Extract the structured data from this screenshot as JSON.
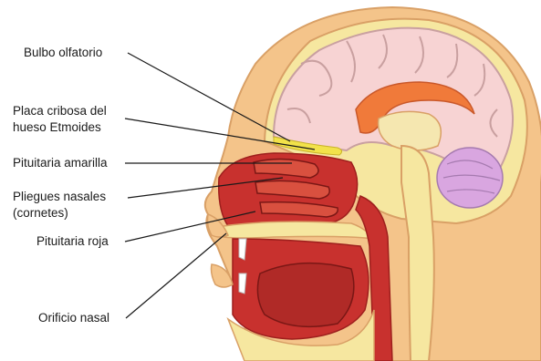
{
  "labels": {
    "bulbo": "Bulbo olfatorio",
    "placa_1": "Placa cribosa del",
    "placa_2": "hueso Etmoides",
    "pit_amarilla": "Pituitaria amarilla",
    "pliegues_1": "Pliegues nasales",
    "pliegues_2": "(cornetes)",
    "pit_roja": "Pituitaria roja",
    "orificio": "Orificio nasal"
  },
  "colors": {
    "skin": "#f4c48a",
    "skin_outline": "#d9a066",
    "brain": "#f7d3d3",
    "brain_outline": "#c9a0a0",
    "corpus": "#f07a3a",
    "cerebellum": "#d9a6e0",
    "bone": "#f6e7a0",
    "mucosa_red": "#c8312e",
    "mucosa_dark": "#9e1f1d",
    "yellow_band": "#f2e24a"
  }
}
